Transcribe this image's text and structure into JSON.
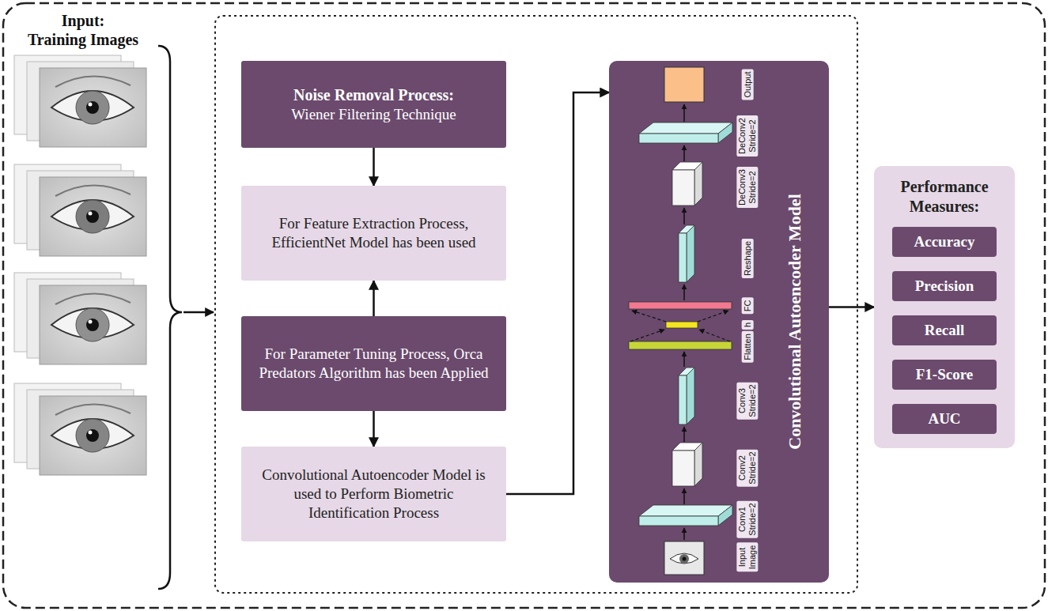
{
  "diagram": {
    "nodes": [
      {
        "text": [
          "Noise Removal Process:",
          "Wiener Filtering Technique"
        ]
      },
      {
        "text": [
          "For Feature Extraction Process, EfficientNet Model has been used"
        ]
      },
      {
        "text": [
          "For Parameter Tuning Process, Orca Predators Algorithm has been Applied"
        ]
      },
      {
        "text": [
          "Convolutional Autoencoder Model is used to Perform Biometric Identification Process"
        ]
      },
      {
        "text": [
          "Convolutional Autoencoder Model"
        ]
      },
      {
        "text": [
          "Performance Measures:"
        ]
      },
      {
        "text": [
          "Accuracy"
        ],
        "in": 5
      },
      {
        "text": [
          "Precision"
        ],
        "in": 5
      },
      {
        "text": [
          "Recall"
        ],
        "in": 5
      },
      {
        "text": [
          "F1-Score"
        ],
        "in": 5
      },
      {
        "text": [
          "AUC"
        ],
        "in": 5
      }
    ],
    "edges": [
      {
        "from": 0,
        "to": 1,
        "arrow": "to"
      },
      {
        "from": 2,
        "to": 1,
        "arrow": "to"
      },
      {
        "from": 2,
        "to": 3,
        "arrow": "to"
      },
      {
        "from": 3,
        "to": 4,
        "arrow": "to"
      },
      {
        "from": 4,
        "to": 5,
        "arrow": "to"
      }
    ],
    "labels": [
      "Input:",
      "Training Images",
      "Output",
      "DeConv2 Stride=2",
      "DeConv3 Stride=2",
      "Reshape",
      "FC",
      "h",
      "Flatten",
      "Conv3 Stride=2",
      "Conv2 Stride=2",
      "Conv1 Stride=2",
      "Input Image"
    ]
  }
}
